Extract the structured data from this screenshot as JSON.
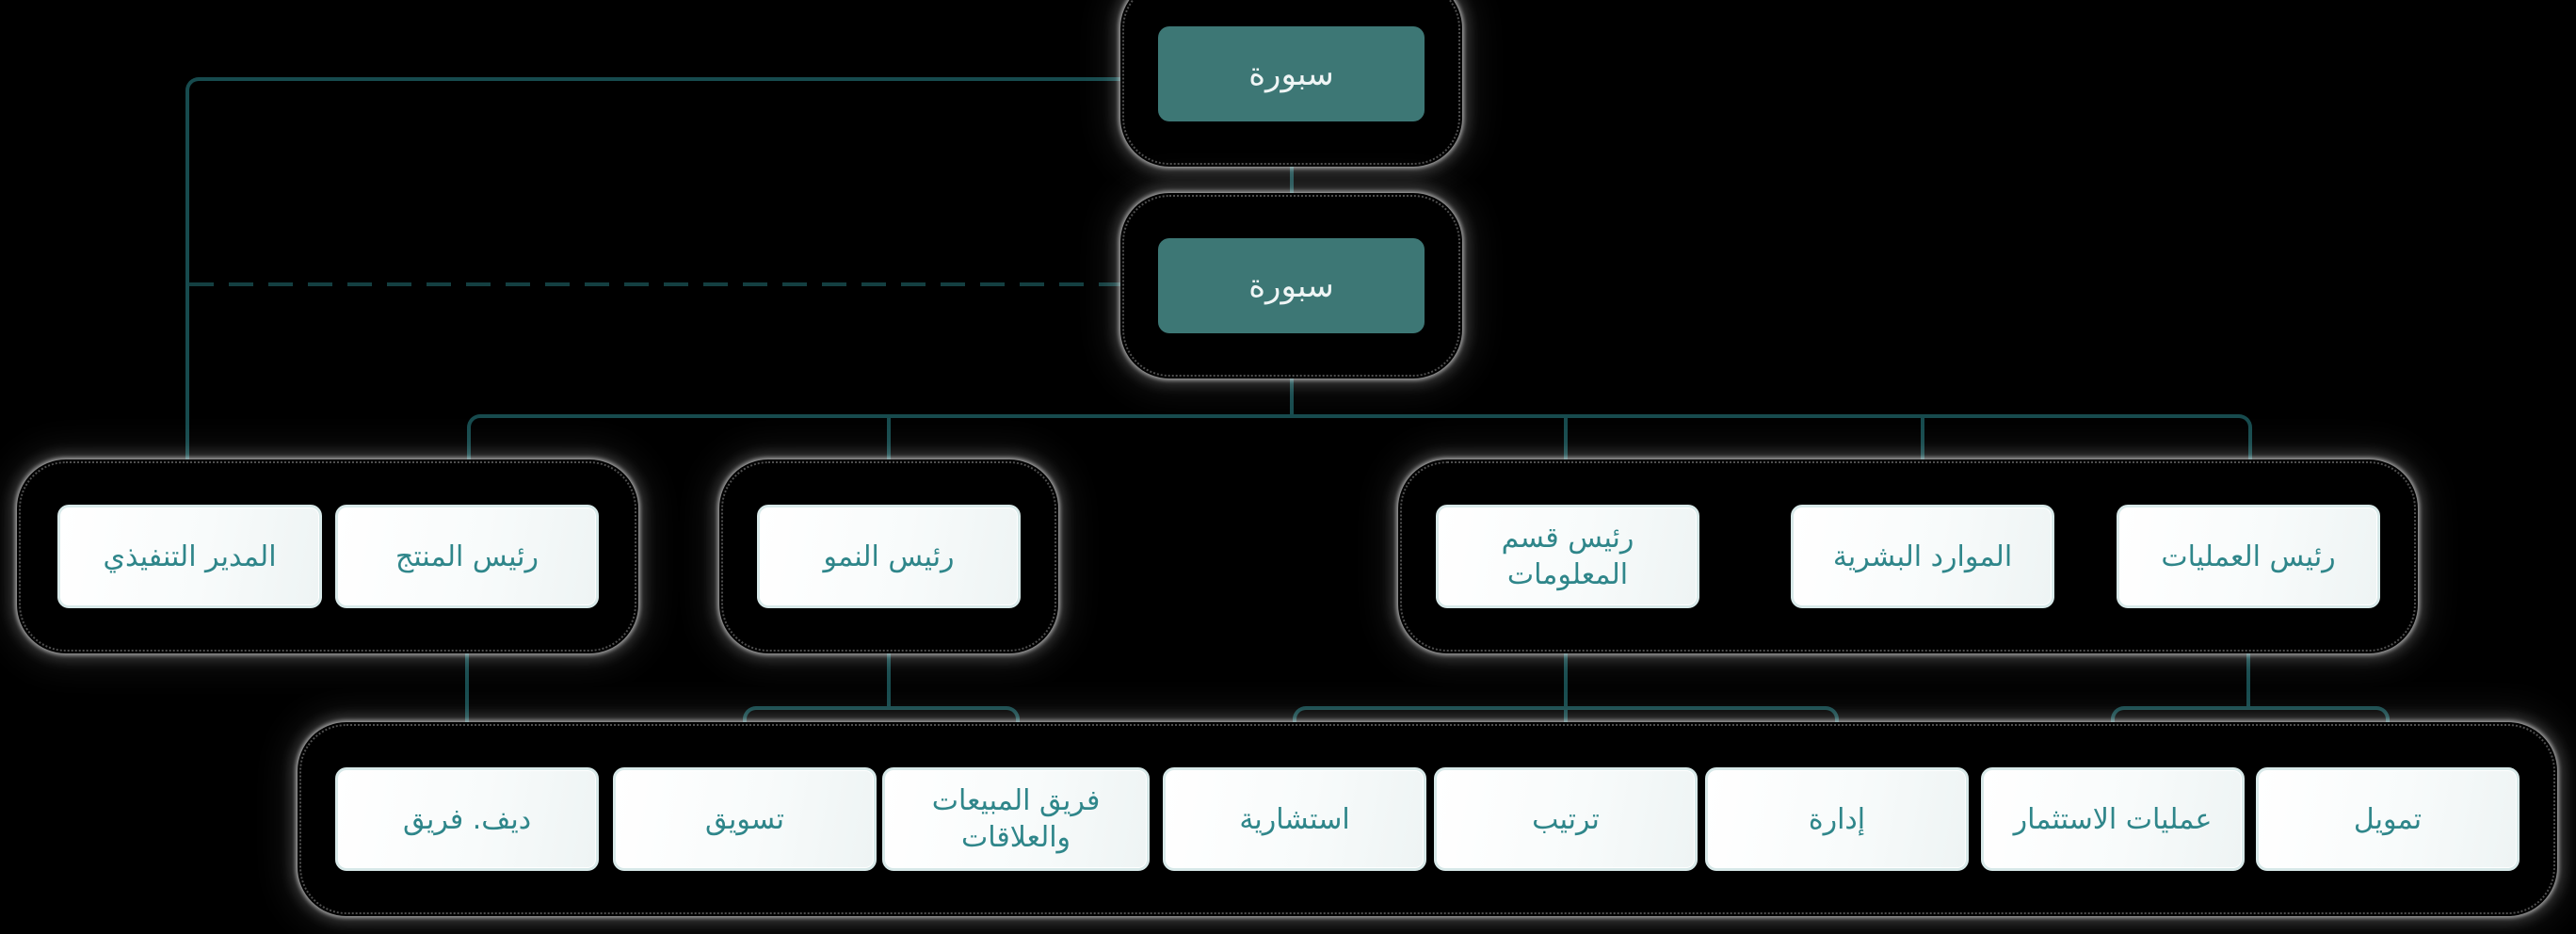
{
  "app": {
    "background": "#000000",
    "description_not_rendered": "",
    "palette": {
      "primary_fill": "#3d7775",
      "primary_text": "#eff5f5",
      "leaf_fill": "#ffffff",
      "leaf_border": "#d8e9e9",
      "leaf_text": "#2f868a",
      "connector": "#174b4e",
      "connector_dashed": "#143f41",
      "halo_glow": "#ffffff"
    }
  },
  "org": {
    "root": {
      "id": "board-1",
      "label": "سبورة"
    },
    "sub_root": {
      "id": "board-2",
      "label": "سبورة"
    },
    "level2": [
      {
        "id": "executive-director",
        "label": "المدير التنفيذي"
      },
      {
        "id": "head-of-product",
        "label": "رئيس المنتج"
      },
      {
        "id": "head-of-growth",
        "label": "رئيس النمو"
      },
      {
        "id": "head-of-information",
        "label": "رئيس قسم المعلومات"
      },
      {
        "id": "human-resources",
        "label": "الموارد البشرية"
      },
      {
        "id": "head-of-operations",
        "label": "رئيس العمليات"
      }
    ],
    "level3": [
      {
        "id": "dev-team",
        "label": "ديف. فريق"
      },
      {
        "id": "marketing",
        "label": "تسويق"
      },
      {
        "id": "sales-relations-team",
        "label": "فريق المبيعات والعلاقات"
      },
      {
        "id": "consulting",
        "label": "استشارية"
      },
      {
        "id": "ordering",
        "label": "ترتيب"
      },
      {
        "id": "management",
        "label": "إدارة"
      },
      {
        "id": "investment-operations",
        "label": "عمليات الاستثمار"
      },
      {
        "id": "finance",
        "label": "تمويل"
      }
    ],
    "edges": [
      {
        "from": "board-1",
        "to": "board-2",
        "style": "solid"
      },
      {
        "from": "board-1",
        "to": "executive-director",
        "style": "solid"
      },
      {
        "from": "executive-director",
        "to": "board-2",
        "style": "dashed"
      },
      {
        "from": "board-2",
        "to": "head-of-product",
        "style": "solid"
      },
      {
        "from": "board-2",
        "to": "head-of-growth",
        "style": "solid"
      },
      {
        "from": "board-2",
        "to": "head-of-information",
        "style": "solid"
      },
      {
        "from": "board-2",
        "to": "human-resources",
        "style": "solid"
      },
      {
        "from": "board-2",
        "to": "head-of-operations",
        "style": "solid"
      },
      {
        "from": "head-of-product",
        "to": "dev-team",
        "style": "solid"
      },
      {
        "from": "head-of-growth",
        "to": "marketing",
        "style": "solid"
      },
      {
        "from": "head-of-growth",
        "to": "sales-relations-team",
        "style": "solid"
      },
      {
        "from": "head-of-information",
        "to": "consulting",
        "style": "solid"
      },
      {
        "from": "head-of-information",
        "to": "ordering",
        "style": "solid"
      },
      {
        "from": "head-of-information",
        "to": "management",
        "style": "solid"
      },
      {
        "from": "head-of-operations",
        "to": "investment-operations",
        "style": "solid"
      },
      {
        "from": "head-of-operations",
        "to": "finance",
        "style": "solid"
      }
    ]
  }
}
